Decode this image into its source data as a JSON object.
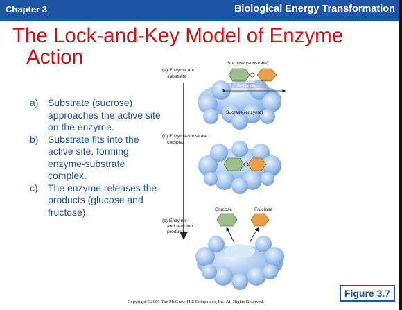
{
  "header": {
    "chapter": "Chapter 3",
    "section": "Biological Energy Transformation",
    "color": "#1e55a5"
  },
  "title": {
    "line1": "The Lock-and-Key Model of Enzyme",
    "line2": "Action",
    "color": "#cc1212"
  },
  "steps": [
    {
      "marker": "a)",
      "text": "Substrate (sucrose) approaches the active site on the enzyme."
    },
    {
      "marker": "b)",
      "text": "Substrate fits into the active site, forming enzyme-substrate complex."
    },
    {
      "marker": "c)",
      "text": "The enzyme releases the products (glucose and fructose)."
    }
  ],
  "figure": {
    "panel_a": {
      "label_line1": "(a) Enzyme and",
      "label_line2": "substrate",
      "substrate_label": "Sucrose (substrate)",
      "active_site_label": "Active site",
      "enzyme_label": "Sucrase (enzyme)"
    },
    "panel_b": {
      "label_line1": "(b) Enzyme-substrate",
      "label_line2": "complex"
    },
    "panel_c": {
      "label_line1": "(c) Enzyme",
      "label_line2": "and reaction",
      "label_line3": "products",
      "product1": "Glucose",
      "product2": "Fructose"
    },
    "colors": {
      "glucose": "#9dbf8c",
      "fructose": "#e8a04a",
      "enzyme": "#9cc0ec"
    }
  },
  "figure_label": "Figure 3.7",
  "copyright": "Copyright ©2009 The McGraw-Hill Companies, Inc. All Rights Reserved."
}
